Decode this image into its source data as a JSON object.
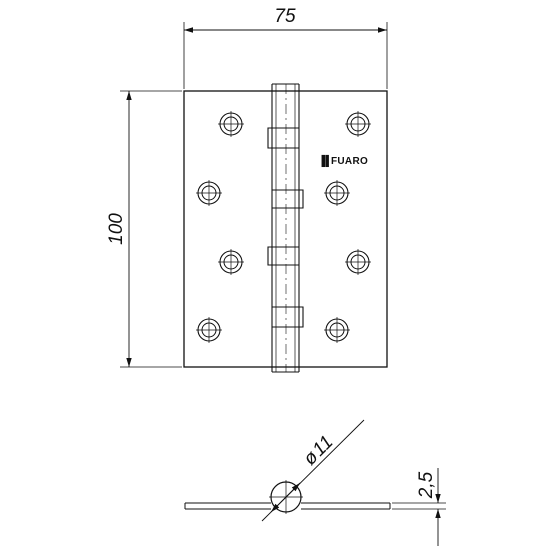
{
  "drawing": {
    "dimensions": {
      "width": "75",
      "height": "100",
      "pin_diameter": "11",
      "diameter_symbol": "ø",
      "leaf_thickness": "2,5"
    },
    "brand": {
      "name": "FUARO",
      "logo_glyph": "▐▌"
    }
  }
}
